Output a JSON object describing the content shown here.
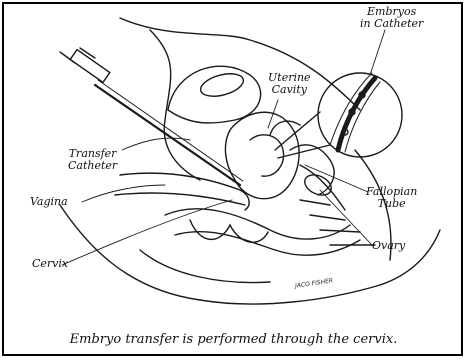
{
  "labels": {
    "embryos_in_catheter": [
      "Embryos",
      "in Catheter"
    ],
    "uterine_cavity": [
      "Uterine",
      "Cavity"
    ],
    "transfer_catheter": [
      "Transfer",
      "Catheter"
    ],
    "fallopian_tube": [
      "Fallopian",
      "Tube"
    ],
    "vagina": "Vagina",
    "ovary": "Ovary",
    "cervix": "Cervix"
  },
  "signature": "JACO FISHER",
  "caption": "Embryo transfer is performed through the cervix."
}
